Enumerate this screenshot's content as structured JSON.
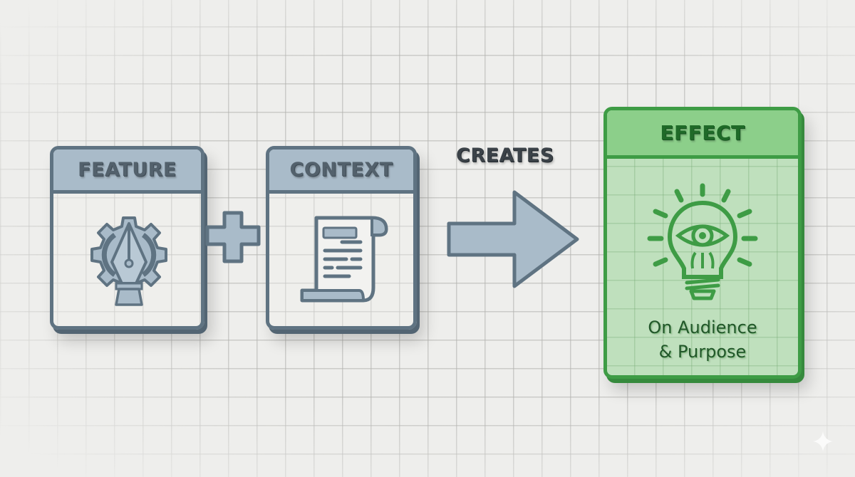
{
  "diagram": {
    "type": "flow",
    "layout": "left-to-right",
    "nodes": [
      {
        "id": "feature",
        "title": "FEATURE",
        "icon": "gear-pen-nib-icon",
        "color": "#a9bbc9"
      },
      {
        "id": "context",
        "title": "CONTEXT",
        "icon": "document-scroll-icon",
        "color": "#a9bbc9"
      },
      {
        "id": "effect",
        "title": "EFFECT",
        "icon": "lightbulb-eye-icon",
        "subtitle_line1": "On Audience",
        "subtitle_line2": "& Purpose",
        "color": "#8ccf8a"
      }
    ],
    "operators": [
      {
        "between": [
          "feature",
          "context"
        ],
        "symbol": "+",
        "icon": "plus-icon"
      }
    ],
    "edges": [
      {
        "from": "context",
        "to": "effect",
        "label": "CREATES",
        "icon": "arrow-right-icon"
      }
    ]
  },
  "colors": {
    "slate_border": "#5f7382",
    "slate_fill": "#a9bbc9",
    "green_border": "#3e9c45",
    "green_fill": "#8ccf8a",
    "background": "#eeeeec"
  },
  "watermark": {
    "icon": "sparkle-icon"
  }
}
